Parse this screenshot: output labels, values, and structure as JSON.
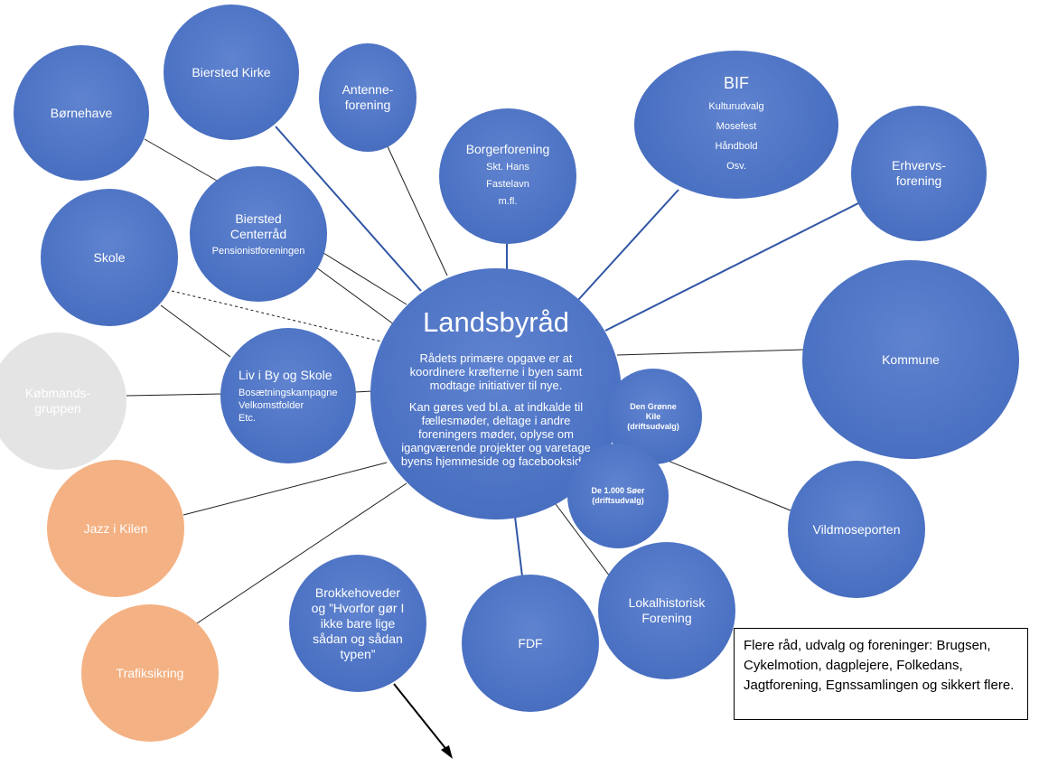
{
  "center": {
    "title": "Landsbyråd",
    "text1": "Rådets primære opgave er at koordinere kræfterne i byen samt modtage initiativer til nye.",
    "text2": "Kan gøres ved bl.a. at indkalde til fællesmøder, deltage i andre foreningers møder, oplyse om igangværende projekter og varetage byens hjemmeside og facebookside."
  },
  "nodes": {
    "boernehave": "Børnehave",
    "biersted_kirke": "Biersted Kirke",
    "antenneforening": "Antenne-\nforening",
    "borgerforening": {
      "title": "Borgerforening",
      "items": [
        "Skt. Hans",
        "Fastelavn",
        "m.fl."
      ]
    },
    "bif": {
      "title": "BIF",
      "items": [
        "Kulturudvalg",
        "Mosefest",
        "Håndbold",
        "Osv."
      ]
    },
    "erhvervsforening": "Erhvervs-\nforening",
    "skole": "Skole",
    "centerraad": {
      "title": "Biersted\nCenterråd",
      "sub": "Pensionistforeningen"
    },
    "kommune": "Kommune",
    "koebmandsgruppen": "Købmands-\ngruppen",
    "liv_i_by": {
      "title": "Liv i By og Skole",
      "items": [
        "Bosætningskampagne",
        "Velkomstfolder",
        "Etc."
      ]
    },
    "groenne_kile": "Den Grønne\nKile\n(driftsudvalg)",
    "soeer": "De 1.000 Søer\n(driftsudvalg)",
    "jazz": "Jazz i Kilen",
    "vildmoseporten": "Vildmoseporten",
    "trafiksikring": "Trafiksikring",
    "brokkehoveder": "Brokkehoveder\nog ”Hvorfor gør I\nikke bare lige\nsådan og sådan\ntypen”",
    "fdf": "FDF",
    "lokalhistorisk": "Lokalhistorisk\nForening"
  },
  "note": "Flere råd, udvalg og foreninger: Brugsen, Cykelmotion, dagplejere, Folkedans, Jagtforening, Egnssamlingen og sikkert flere.",
  "colors": {
    "blue": "#4a70c2",
    "orange": "#f4b183",
    "grey": "#e4e4e4"
  }
}
